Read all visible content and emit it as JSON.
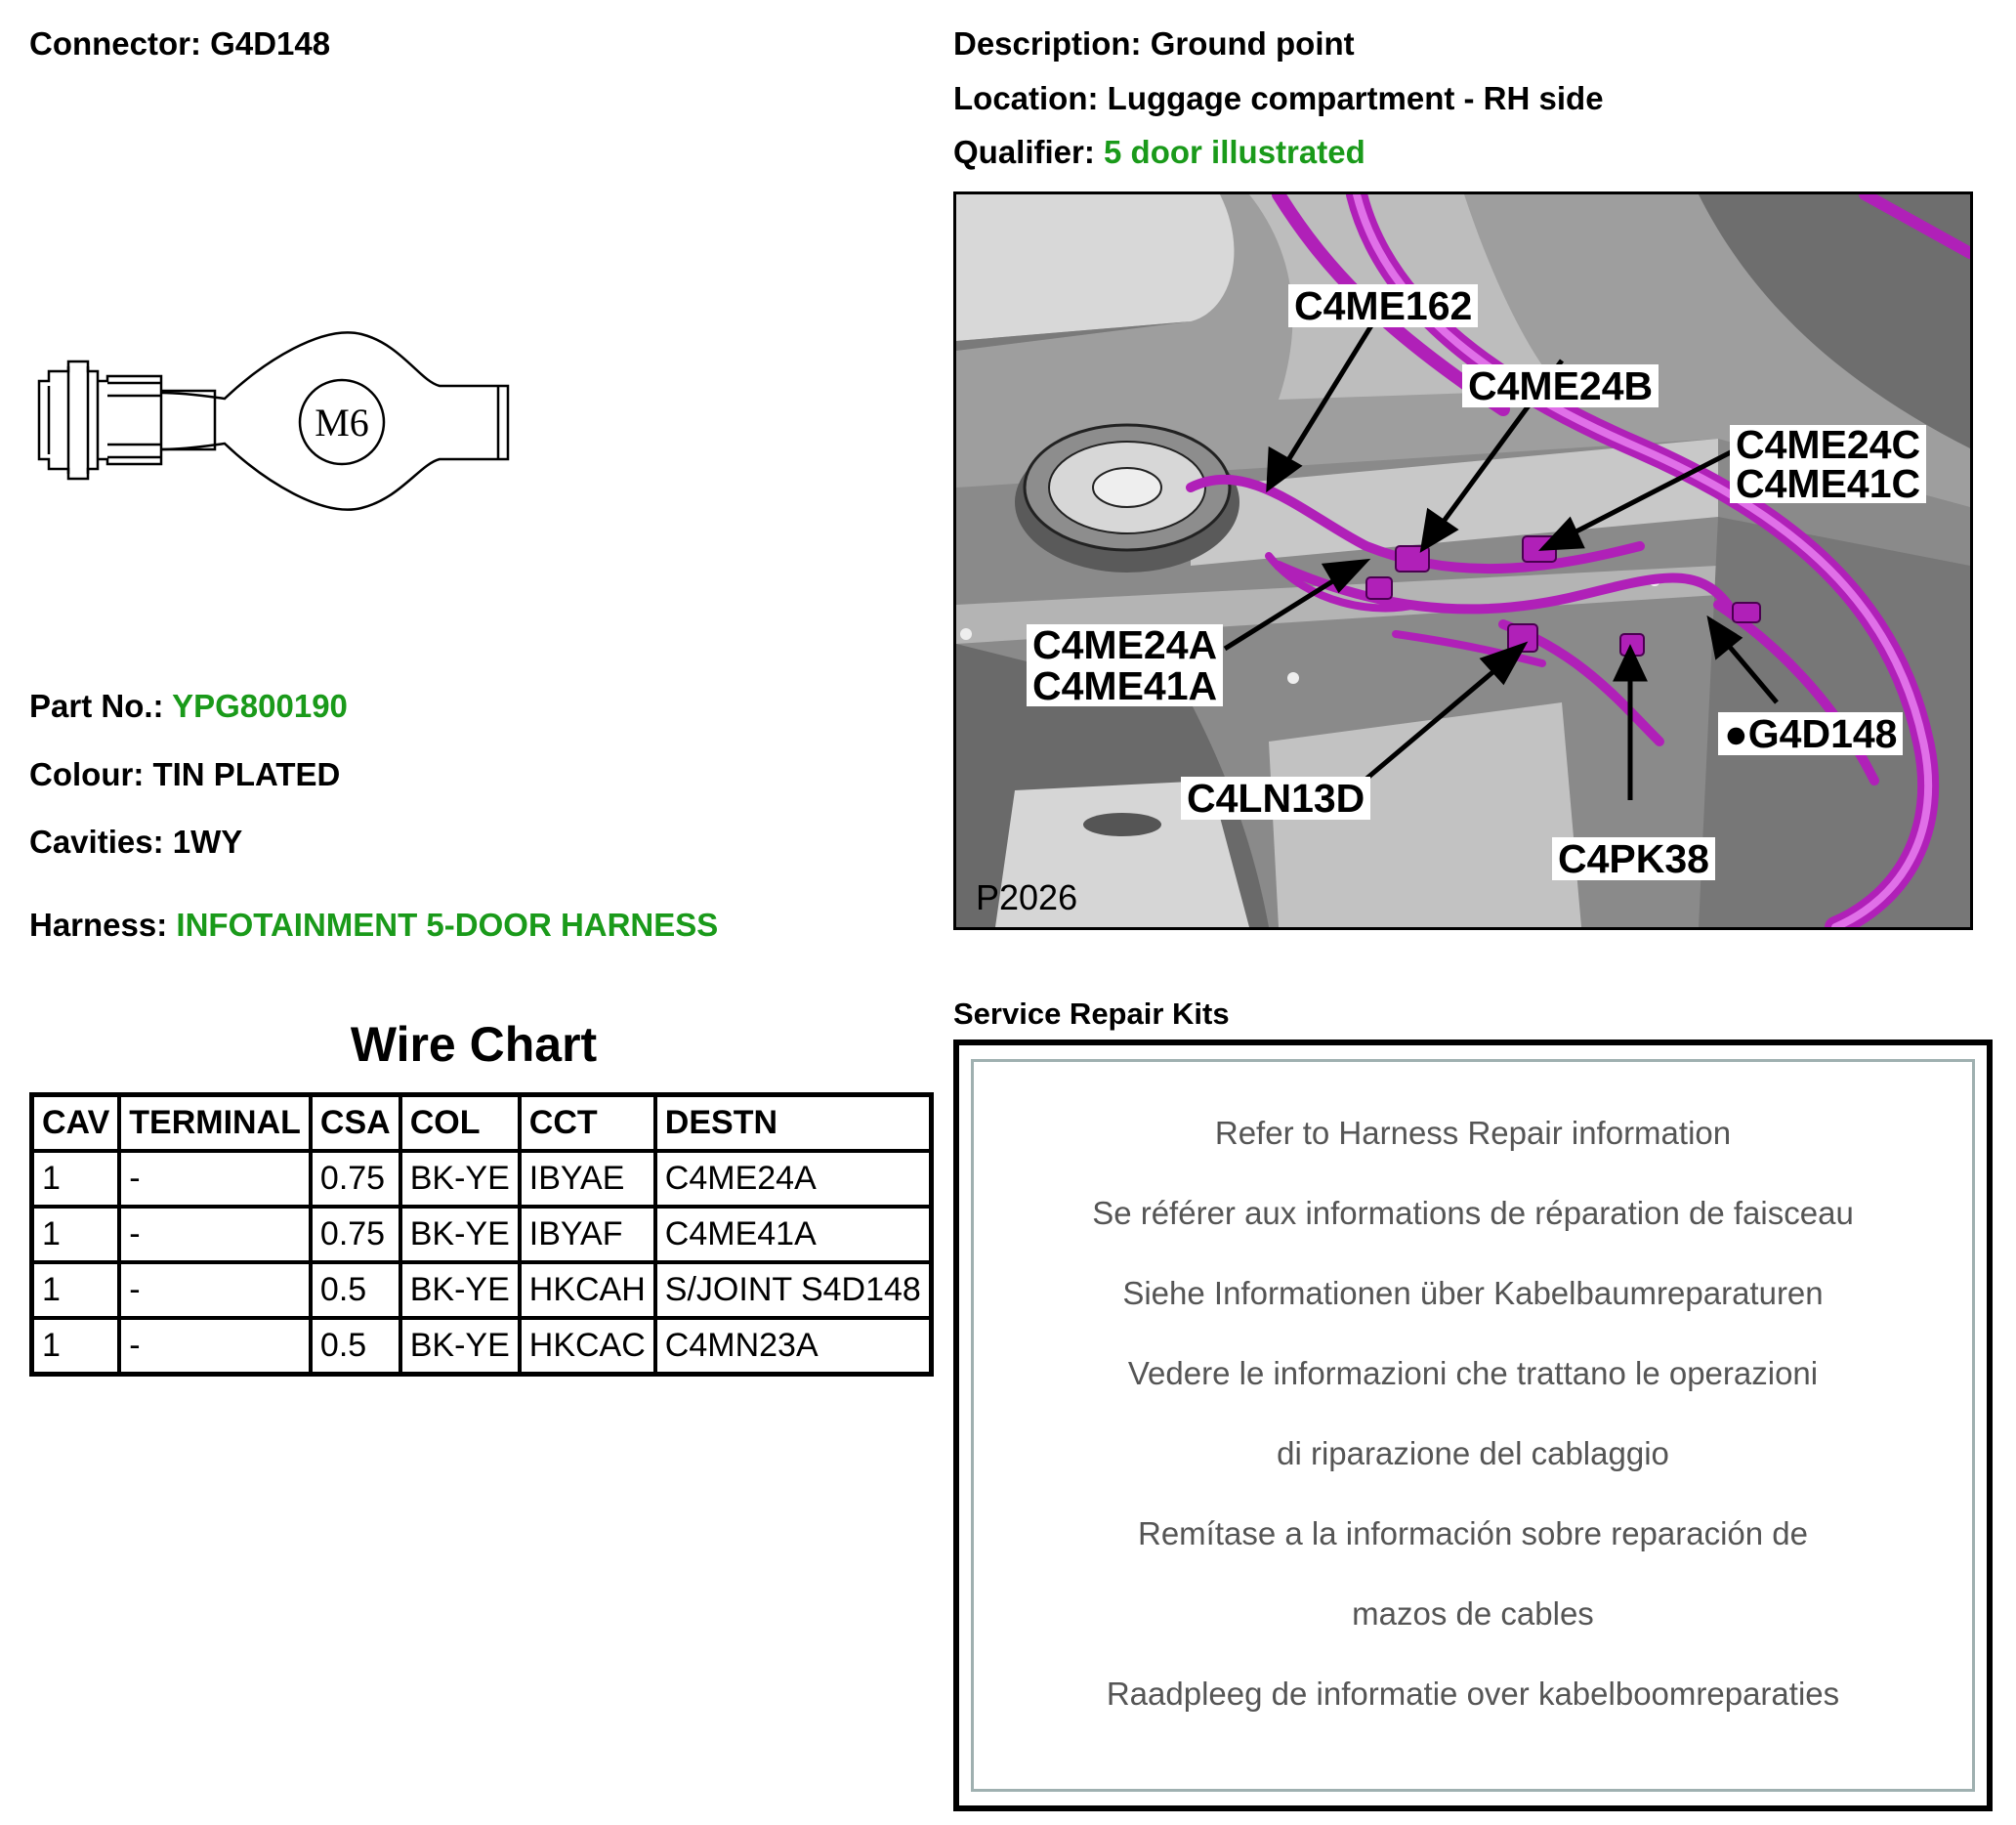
{
  "connector": {
    "label": "Connector:",
    "value": "G4D148"
  },
  "description": {
    "label": "Description:",
    "value": "Ground point"
  },
  "location": {
    "label": "Location:",
    "value": "Luggage compartment - RH side"
  },
  "qualifier": {
    "label": "Qualifier:",
    "value": "5 door illustrated"
  },
  "terminal_drawing": {
    "label": "M6"
  },
  "part_no": {
    "label": "Part No.:",
    "value": "YPG800190"
  },
  "colour": {
    "label": "Colour:",
    "value": "TIN PLATED"
  },
  "cavities": {
    "label": "Cavities:",
    "value": "1WY"
  },
  "harness": {
    "label": "Harness:",
    "value": "INFOTAINMENT 5-DOOR HARNESS"
  },
  "wire_chart": {
    "title": "Wire Chart",
    "headers": [
      "CAV",
      "TERMINAL",
      "CSA",
      "COL",
      "CCT",
      "DESTN"
    ],
    "rows": [
      [
        "1",
        "-",
        "0.75",
        "BK-YE",
        "IBYAE",
        "C4ME24A"
      ],
      [
        "1",
        "-",
        "0.75",
        "BK-YE",
        "IBYAF",
        "C4ME41A"
      ],
      [
        "1",
        "-",
        "0.5",
        "BK-YE",
        "HKCAH",
        "S/JOINT S4D148"
      ],
      [
        "1",
        "-",
        "0.5",
        "BK-YE",
        "HKCAC",
        "C4MN23A"
      ]
    ]
  },
  "photo": {
    "ref": "P2026",
    "callouts": {
      "c4me162": "C4ME162",
      "c4me24b": "C4ME24B",
      "c4me24c": "C4ME24C",
      "c4me41c": "C4ME41C",
      "c4me24a": "C4ME24A",
      "c4me41a": "C4ME41A",
      "c4ln13d": "C4LN13D",
      "c4pk38": "C4PK38",
      "g4d148": "G4D148"
    }
  },
  "service_kits": {
    "title": "Service Repair Kits",
    "lines": [
      "Refer to Harness Repair information",
      "Se référer aux informations de réparation de faisceau",
      "Siehe Informationen über Kabelbaumreparaturen",
      "Vedere le informazioni che trattano le operazioni",
      "di riparazione del cablaggio",
      "Remítase a la información sobre reparación de",
      "mazos de cables",
      "Raadpleeg de informatie over kabelboomreparaties"
    ]
  },
  "colors": {
    "accent_green": "#1a9a1a",
    "harness_purple": "#b020b8"
  }
}
